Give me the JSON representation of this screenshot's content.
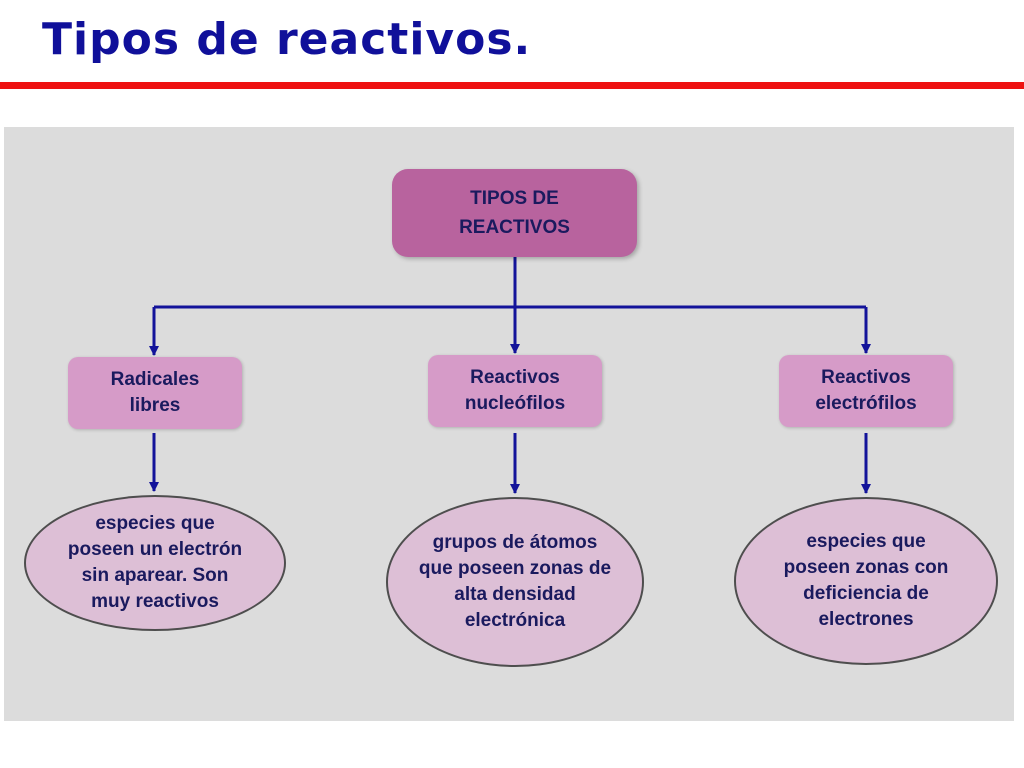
{
  "slide": {
    "title": "Tipos de reactivos."
  },
  "colors": {
    "title_text": "#10109a",
    "title_rule": "#ee1111",
    "panel_background": "#dcdcdc",
    "root_fill": "#b8639e",
    "type_fill": "#d69bc8",
    "ellipse_fill": "#ddbfd6",
    "ellipse_border": "#4e4e4e",
    "arrow_color": "#13139a",
    "node_text": "#1a1a5e"
  },
  "diagram": {
    "root": {
      "label": "TIPOS DE REACTIVOS",
      "lines": [
        "TIPOS DE",
        "REACTIVOS"
      ]
    },
    "branches": [
      {
        "type_label": "Radicales libres",
        "type_lines": [
          "Radicales",
          "libres"
        ],
        "description": "especies que poseen un electrón sin aparear. Son muy reactivos",
        "description_lines": [
          "especies que",
          "poseen un electrón",
          "sin aparear. Son",
          "muy reactivos"
        ]
      },
      {
        "type_label": "Reactivos nucleófilos",
        "type_lines": [
          "Reactivos",
          "nucleófilos"
        ],
        "description": "grupos de átomos que poseen zonas de alta densidad electrónica",
        "description_lines": [
          "grupos de átomos",
          "que poseen zonas de",
          "alta densidad",
          "electrónica"
        ]
      },
      {
        "type_label": "Reactivos electrófilos",
        "type_lines": [
          "Reactivos",
          "electrófilos"
        ],
        "description": "especies que poseen zonas con deficiencia de electrones",
        "description_lines": [
          "especies que",
          "poseen zonas con",
          "deficiencia de",
          "electrones"
        ]
      }
    ]
  }
}
